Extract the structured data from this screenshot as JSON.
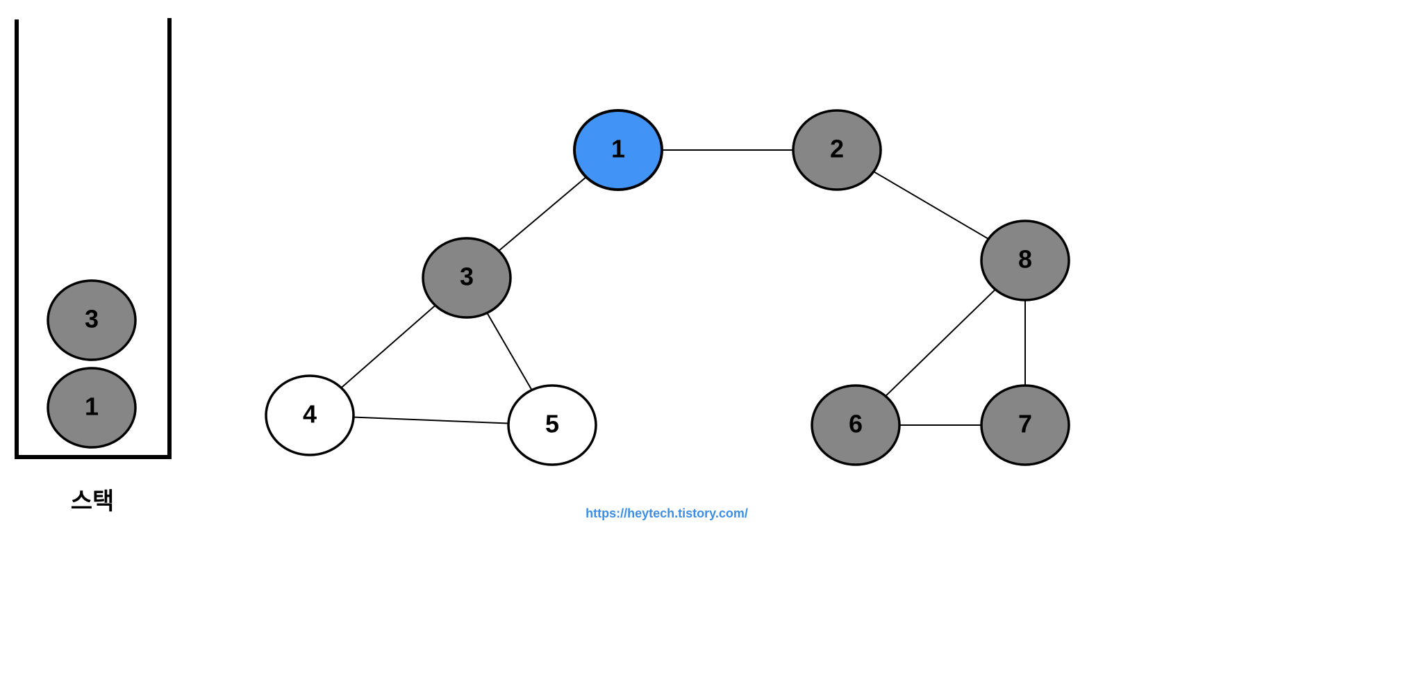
{
  "colors": {
    "visited": "#868686",
    "current": "#4194f6",
    "unvisited": "#ffffff",
    "stroke": "#000000",
    "link": "#3a8ee6"
  },
  "stack": {
    "label": "스택",
    "items": [
      "3",
      "1"
    ]
  },
  "graph": {
    "nodes": [
      {
        "id": "1",
        "label": "1",
        "state": "current"
      },
      {
        "id": "2",
        "label": "2",
        "state": "visited"
      },
      {
        "id": "3",
        "label": "3",
        "state": "visited"
      },
      {
        "id": "4",
        "label": "4",
        "state": "unvisited"
      },
      {
        "id": "5",
        "label": "5",
        "state": "unvisited"
      },
      {
        "id": "6",
        "label": "6",
        "state": "visited"
      },
      {
        "id": "7",
        "label": "7",
        "state": "visited"
      },
      {
        "id": "8",
        "label": "8",
        "state": "visited"
      }
    ],
    "edges": [
      [
        "1",
        "2"
      ],
      [
        "1",
        "3"
      ],
      [
        "3",
        "4"
      ],
      [
        "3",
        "5"
      ],
      [
        "4",
        "5"
      ],
      [
        "2",
        "8"
      ],
      [
        "8",
        "6"
      ],
      [
        "8",
        "7"
      ],
      [
        "6",
        "7"
      ]
    ]
  },
  "footer": {
    "source_url": "https://heytech.tistory.com/"
  }
}
